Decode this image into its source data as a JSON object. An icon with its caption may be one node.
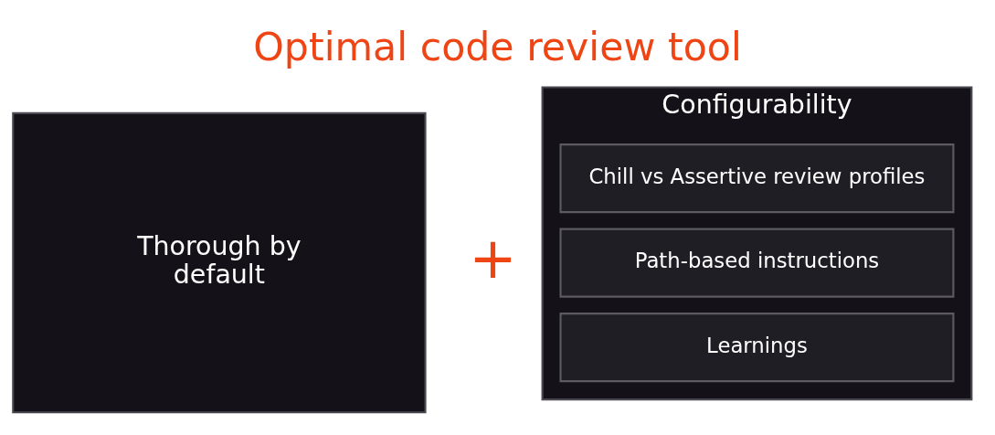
{
  "diagram": {
    "title": "Optimal code review tool",
    "nodes": [
      {
        "text": [
          "Thorough by default"
        ]
      },
      {
        "text": [
          "Configurability"
        ]
      },
      {
        "text": [
          "Chill vs Assertive review profiles"
        ],
        "in": 1
      },
      {
        "text": [
          "Path-based instructions"
        ],
        "in": 1
      },
      {
        "text": [
          "Learnings"
        ],
        "in": 1
      }
    ],
    "labels": [
      "+"
    ]
  }
}
